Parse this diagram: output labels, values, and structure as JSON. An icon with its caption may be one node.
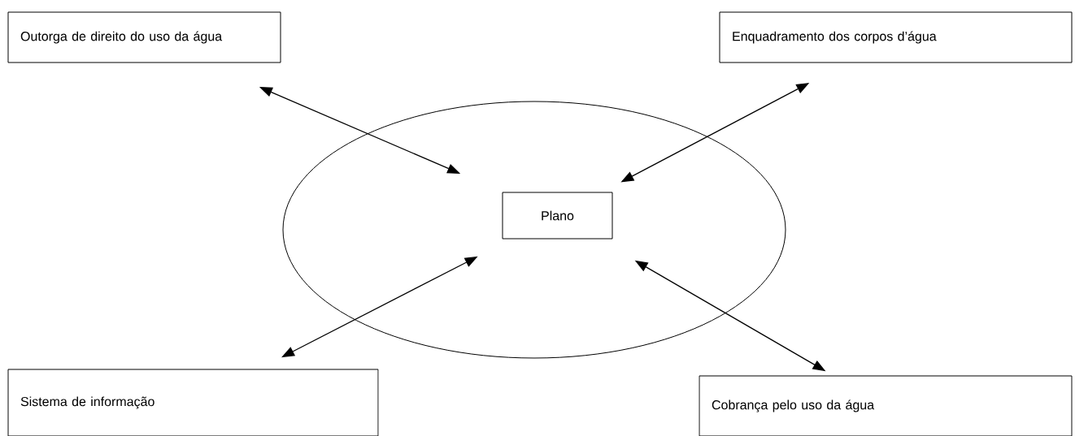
{
  "diagram": {
    "nodes": [
      {
        "text": [
          "Outorga de direito do uso da água"
        ]
      },
      {
        "text": [
          "Enquadramento dos corpos d’água"
        ]
      },
      {
        "text": [],
        "shape": "ellipse"
      },
      {
        "text": [
          "Plano"
        ],
        "in": 2
      },
      {
        "text": [
          "Sistema de informação"
        ]
      },
      {
        "text": [
          "Cobrança pelo uso da água"
        ]
      }
    ],
    "edges": [
      {
        "from": 3,
        "to": 0,
        "arrow": "both"
      },
      {
        "from": 3,
        "to": 1,
        "arrow": "both"
      },
      {
        "from": 3,
        "to": 4,
        "arrow": "both"
      },
      {
        "from": 3,
        "to": 5,
        "arrow": "both"
      }
    ]
  }
}
